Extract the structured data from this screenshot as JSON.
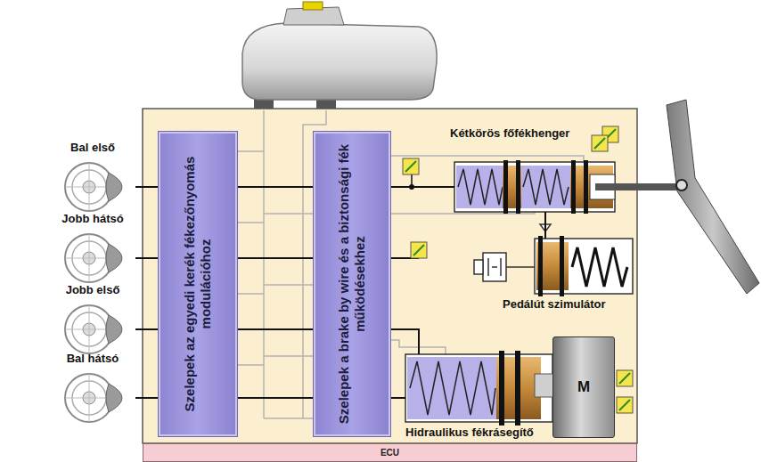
{
  "diagram": {
    "nodes": [
      {
        "text": [
          "ECU"
        ]
      },
      {
        "text": [
          "Szelepek az egyedi kerék fékezőnyomás modulációhoz"
        ]
      },
      {
        "text": [
          "Szelepek a brake by wire és a biztonsági fék működésekhez"
        ]
      },
      {
        "text": [
          "Bal első"
        ]
      },
      {
        "text": [
          "Jobb hátsó"
        ]
      },
      {
        "text": [
          "Jobb első"
        ]
      },
      {
        "text": [
          "Bal hátsó"
        ]
      },
      {
        "text": [
          "Kétkörös főfékhenger"
        ]
      },
      {
        "text": [
          "Pedálút szimulátor"
        ]
      },
      {
        "text": [
          "Hidraulikus fékrásegítő"
        ]
      },
      {
        "text": [
          "M"
        ]
      }
    ],
    "edges": [
      {
        "from": 3,
        "to": 1,
        "arrow": "none"
      },
      {
        "from": 4,
        "to": 1,
        "arrow": "none"
      },
      {
        "from": 5,
        "to": 1,
        "arrow": "none"
      },
      {
        "from": 6,
        "to": 1,
        "arrow": "none"
      },
      {
        "from": 1,
        "to": 2,
        "arrow": "none"
      },
      {
        "from": 1,
        "to": 2,
        "arrow": "none"
      },
      {
        "from": 1,
        "to": 2,
        "arrow": "none"
      },
      {
        "from": 1,
        "to": 2,
        "arrow": "none"
      },
      {
        "from": 2,
        "to": 7,
        "arrow": "none"
      },
      {
        "from": 2,
        "to": 9,
        "arrow": "none"
      },
      {
        "from": 2,
        "to": 9,
        "arrow": "none"
      },
      {
        "from": 7,
        "to": 8,
        "arrow": "none"
      }
    ]
  }
}
